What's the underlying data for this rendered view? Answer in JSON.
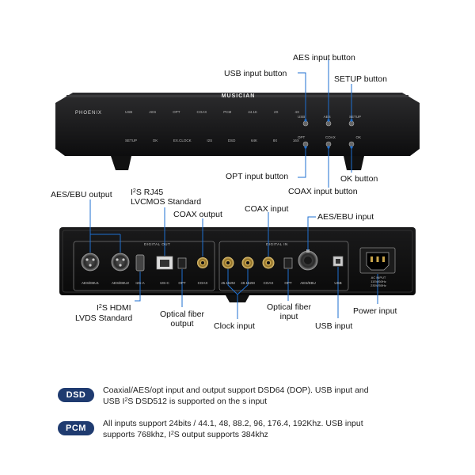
{
  "front_panel": {
    "logo": "MUSICIAN",
    "model": "PHOENIX",
    "row1": [
      "USB",
      "AES",
      "OPT",
      "COAX",
      "PCM",
      "44.1K",
      "2X",
      "4X"
    ],
    "row2": [
      "SETUP",
      "OK",
      "EX.CLOCK",
      "I2S",
      "DSD",
      "64K",
      "8X",
      "16X"
    ],
    "btn_row1": [
      "USB",
      "AES",
      "SETUP"
    ],
    "btn_row2": [
      "OPT",
      "COAX",
      "OK"
    ]
  },
  "back_panel": {
    "section_out": "DIGITAL OUT",
    "section_in": "DIGITAL IN",
    "port_labels": [
      "AES/EBU1",
      "AES/EBU2",
      "I2S-A",
      "I2S-C",
      "OPT",
      "COAX",
      "45.152M",
      "49.152M",
      "COAX",
      "OPT",
      "AES/EBU",
      "USB"
    ],
    "power_text": [
      "AC INPUT",
      "115V/60Hz",
      "230V/50Hz"
    ]
  },
  "callouts": {
    "aes_input_button": "AES input button",
    "usb_input_button": "USB input button",
    "setup_button": "SETUP button",
    "opt_input_button": "OPT input button",
    "ok_button": "OK button",
    "coax_input_button": "COAX input button",
    "aes_ebu_output": "AES/EBU output",
    "i2s_rj45_a": "I",
    "i2s_rj45_b": "S RJ45",
    "lvcmos": "LVCMOS Standard",
    "coax_output": "COAX output",
    "coax_input": "COAX input",
    "aes_ebu_input": "AES/EBU input",
    "i2s_hdmi_a": "I",
    "i2s_hdmi_b": "S HDMI",
    "lvds": "LVDS Standard",
    "optical_output_1": "Optical fiber",
    "optical_output_2": "output",
    "clock_input": "Clock input",
    "optical_input_1": "Optical fiber",
    "optical_input_2": "input",
    "usb_input": "USB input",
    "power_input": "Power input",
    "sup2": "2"
  },
  "notes": [
    {
      "badge": "DSD",
      "line1": "Coaxial/AES/opt input and output support DSD64 (DOP). USB input and",
      "line2a": "USB I",
      "line2b": "S DSD512 is supported on the s input"
    },
    {
      "badge": "PCM",
      "line1": "All inputs support 24bits / 44.1, 48, 88.2, 96, 176.4, 192Khz. USB input",
      "line2a": "supports 768khz, I",
      "line2b": "S output supports 384khz"
    }
  ],
  "colors": {
    "accent": "#1f3b70",
    "leader": "#1e6fd0",
    "chassis": "#1c1c1e",
    "gold": "#c9a44a"
  }
}
